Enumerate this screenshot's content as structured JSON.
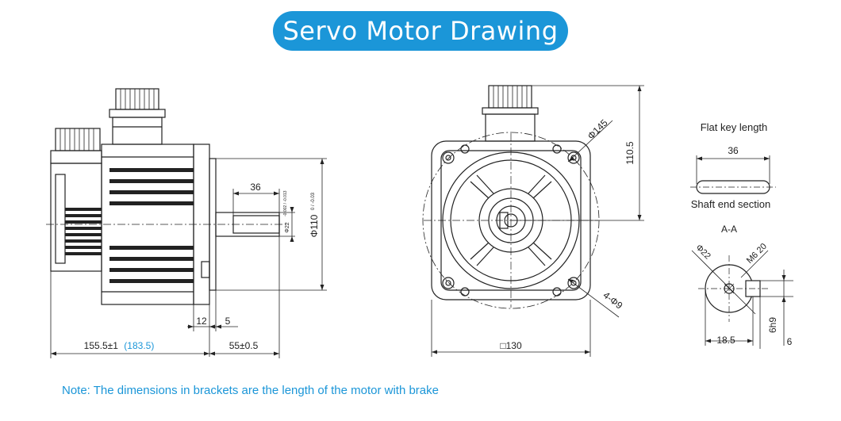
{
  "title": "Servo Motor Drawing",
  "note": "Note: The dimensions in brackets are the length of the motor with brake",
  "side_view": {
    "dim_36": "36",
    "dim_shaft_dia": "Φ22",
    "dim_shaft_tol": "-0.002 / -0.013",
    "dim_pilot_dia": "Φ110",
    "dim_pilot_tol": "0 / -0.03",
    "dim_12": "12",
    "dim_5": "5",
    "dim_body_length": "155.5±1",
    "dim_body_length_brake": "(183.5)",
    "dim_shaft_length": "55±0.5"
  },
  "front_view": {
    "dim_pcd": "Φ145",
    "dim_height": "110.5",
    "dim_holes": "4-Φ9",
    "dim_square": "□130"
  },
  "key_detail": {
    "title": "Flat key length",
    "dim_36": "36",
    "caption": "Shaft end section",
    "section_label": "A-A",
    "dim_dia": "Φ22",
    "dim_thread": "M6 20",
    "dim_18_5": "18.5",
    "dim_6h9": "6h9",
    "dim_6": "6"
  }
}
